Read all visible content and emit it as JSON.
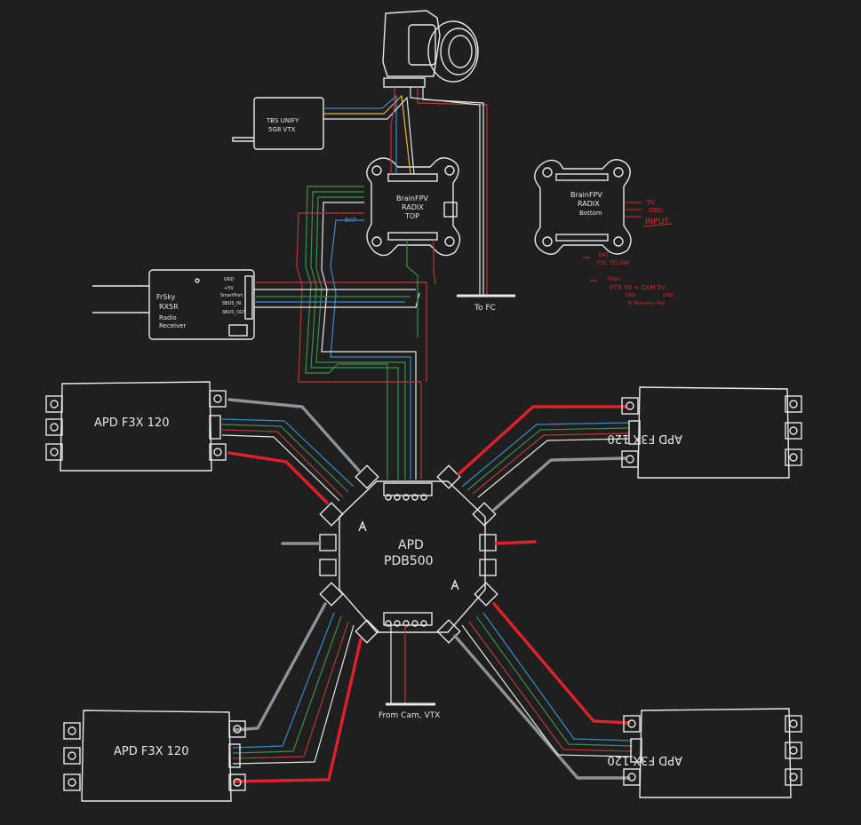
{
  "colors": {
    "background": "#1f1f1f",
    "outline": "#e8e8e8",
    "power_positive": "#e0212b",
    "power_negative": "#8c9499",
    "signal_green": "#3c8f4c",
    "signal_blue": "#3a8bc4",
    "signal_red": "#b33a3a",
    "signal_yellow": "#e8b43a",
    "annotation_red": "#d62a2a"
  },
  "camera": {
    "pin_labels": [
      "",
      "",
      "",
      "",
      ""
    ]
  },
  "vtx": {
    "line1": "TBS UNIFY",
    "line2": "5G8 VTX"
  },
  "fc_top": {
    "line1": "BrainFPV",
    "line2": "RADIX",
    "line3": "TOP"
  },
  "fc_top_wire_label": "BAT",
  "fc_bottom": {
    "line1": "BrainFPV",
    "line2": "RADIX",
    "line3": "Bottom",
    "note_volts": "5V",
    "note_gnd": "GND",
    "note_input": "INPUT",
    "note_bat": "BAT",
    "note_esc": "ESC TEL/SW",
    "note_main": "Main",
    "note_power": "VTX 5V + CAM 5V",
    "note_gnd2": "GND",
    "note_gnd3": "GND",
    "note_telem": "To Telemetry Pad"
  },
  "receiver": {
    "line1": "FrSky",
    "line2": "RX5R",
    "line3": "Radio",
    "line4": "Receiver",
    "pins": [
      "GND",
      "+5V",
      "SmartPort",
      "SBUS_IN",
      "SBUS_OUT"
    ]
  },
  "to_fc_label": "To FC",
  "pdb": {
    "line1": "APD",
    "line2": "PDB500"
  },
  "pdb_bottom_label": "From Cam, VTX",
  "escs": {
    "top_left": {
      "label": "APD F3X 120"
    },
    "top_right": {
      "label": "APD F3X 120"
    },
    "bottom_left": {
      "label": "APD F3X 120"
    },
    "bottom_right": {
      "label": "APD F3X 120"
    }
  }
}
